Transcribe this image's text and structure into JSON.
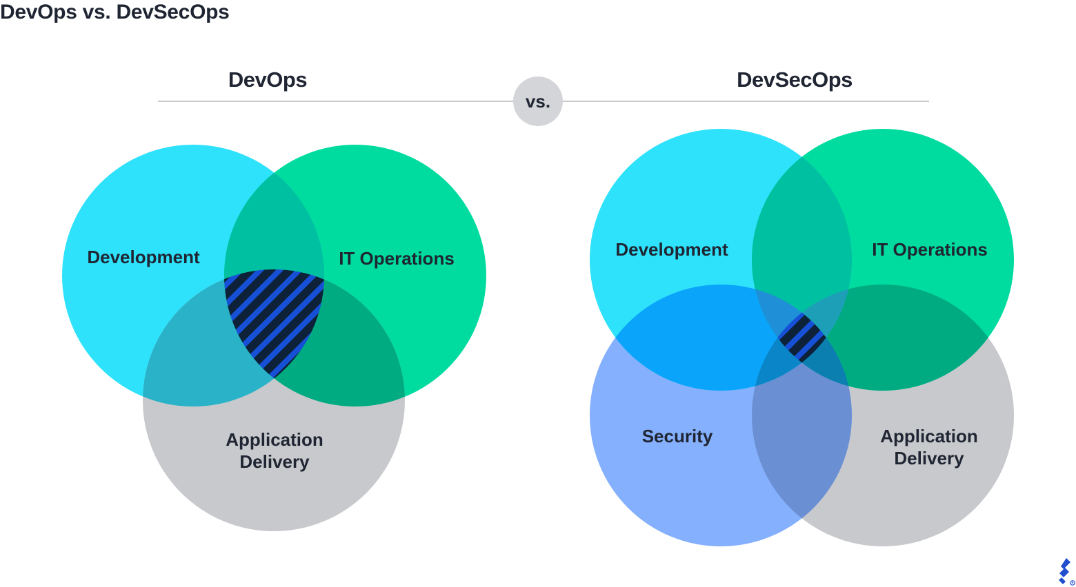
{
  "page": {
    "title": "DevOps vs. DevSecOps"
  },
  "header": {
    "left_title": "DevOps",
    "vs_label": "vs.",
    "right_title": "DevSecOps"
  },
  "devops": {
    "development": "Development",
    "it_operations": "IT Operations",
    "application_line1": "Application",
    "application_line2": "Delivery"
  },
  "devsecops": {
    "development": "Development",
    "it_operations": "IT Operations",
    "security": "Security",
    "application_line1": "Application",
    "application_line2": "Delivery"
  },
  "colors": {
    "development": "#2ee2fb",
    "it_operations": "#00db9f",
    "application_delivery": "#c8c9cc",
    "security": "#85b0fd",
    "hatch_dark": "#0d2138",
    "hatch_light": "#1650d6",
    "logo": "#204ecf"
  },
  "icons": {
    "logo": "toptal-logo-icon"
  }
}
